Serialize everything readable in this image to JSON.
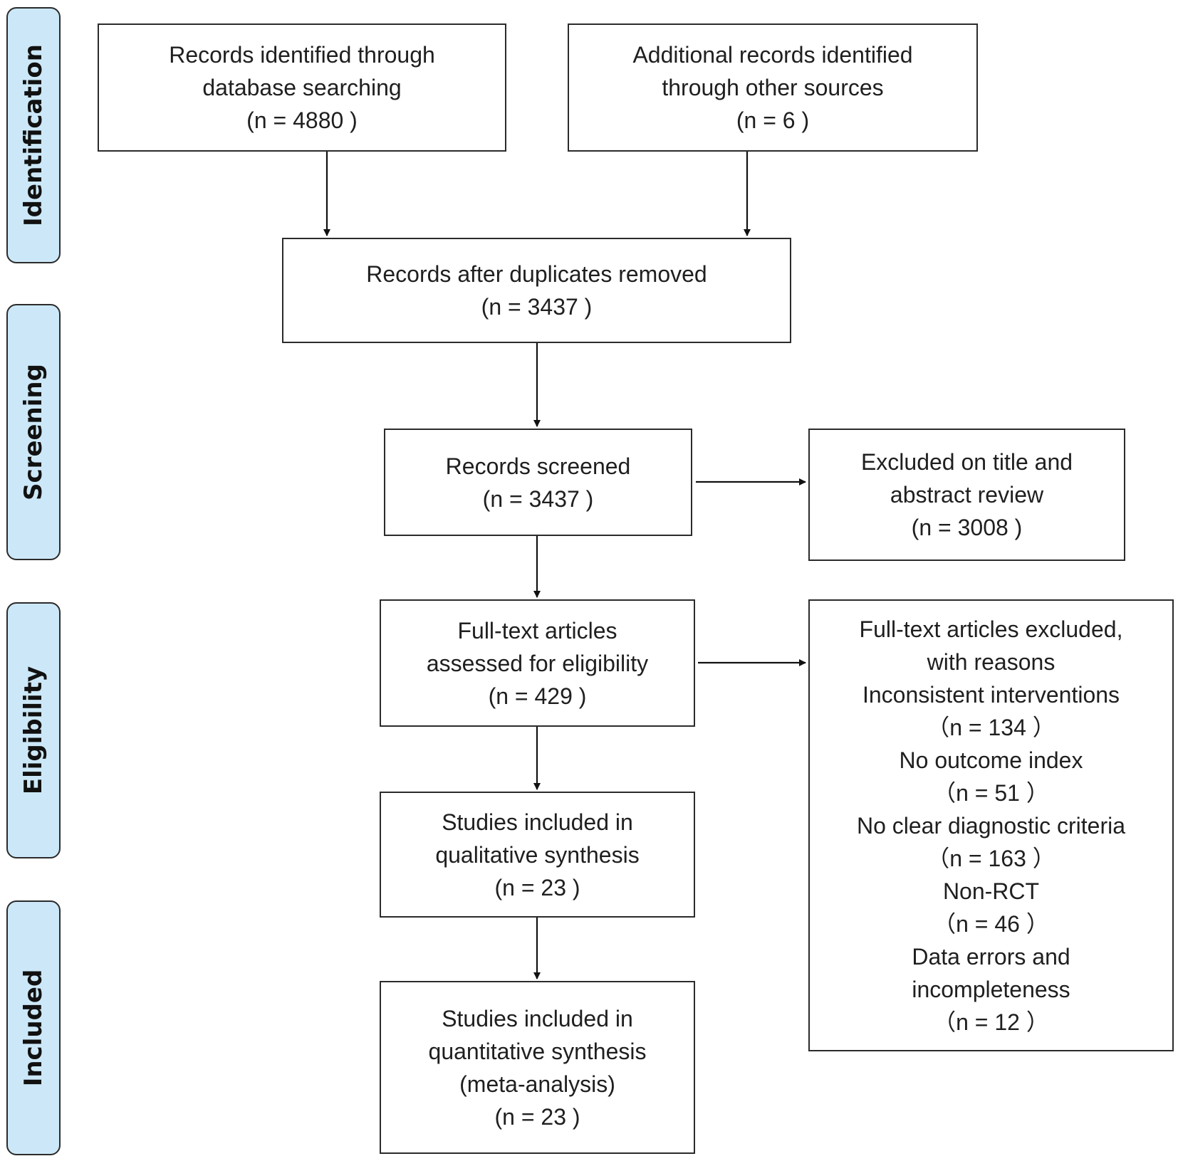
{
  "phases": {
    "identification": "Identification",
    "screening": "Screening",
    "eligibility": "Eligibility",
    "included": "Included"
  },
  "boxes": {
    "database_search": [
      "Records identified through",
      "database searching",
      "(n = 4880 )"
    ],
    "other_sources": [
      "Additional records identified",
      "through other sources",
      "(n = 6 )"
    ],
    "after_duplicates": [
      "Records after duplicates removed",
      "(n = 3437 )"
    ],
    "screened": [
      "Records screened",
      "(n = 3437 )"
    ],
    "excluded_title_abstract": [
      "Excluded on title and",
      "abstract review",
      "(n = 3008 )"
    ],
    "full_text_assessed": [
      "Full-text articles",
      "assessed for eligibility",
      "(n = 429 )"
    ],
    "full_text_excluded": [
      "Full-text articles excluded,",
      "with reasons",
      "Inconsistent interventions",
      "（n = 134 ）",
      "No outcome index",
      "（n = 51 ）",
      "No clear diagnostic criteria",
      "（n = 163 ）",
      "Non-RCT",
      "（n = 46 ）",
      "Data errors and",
      "incompleteness",
      "（n = 12 ）"
    ],
    "qualitative": [
      "Studies included in",
      "qualitative synthesis",
      "(n = 23 )"
    ],
    "quantitative": [
      "Studies included in",
      "quantitative synthesis",
      "(meta-analysis)",
      "(n = 23 )"
    ]
  }
}
